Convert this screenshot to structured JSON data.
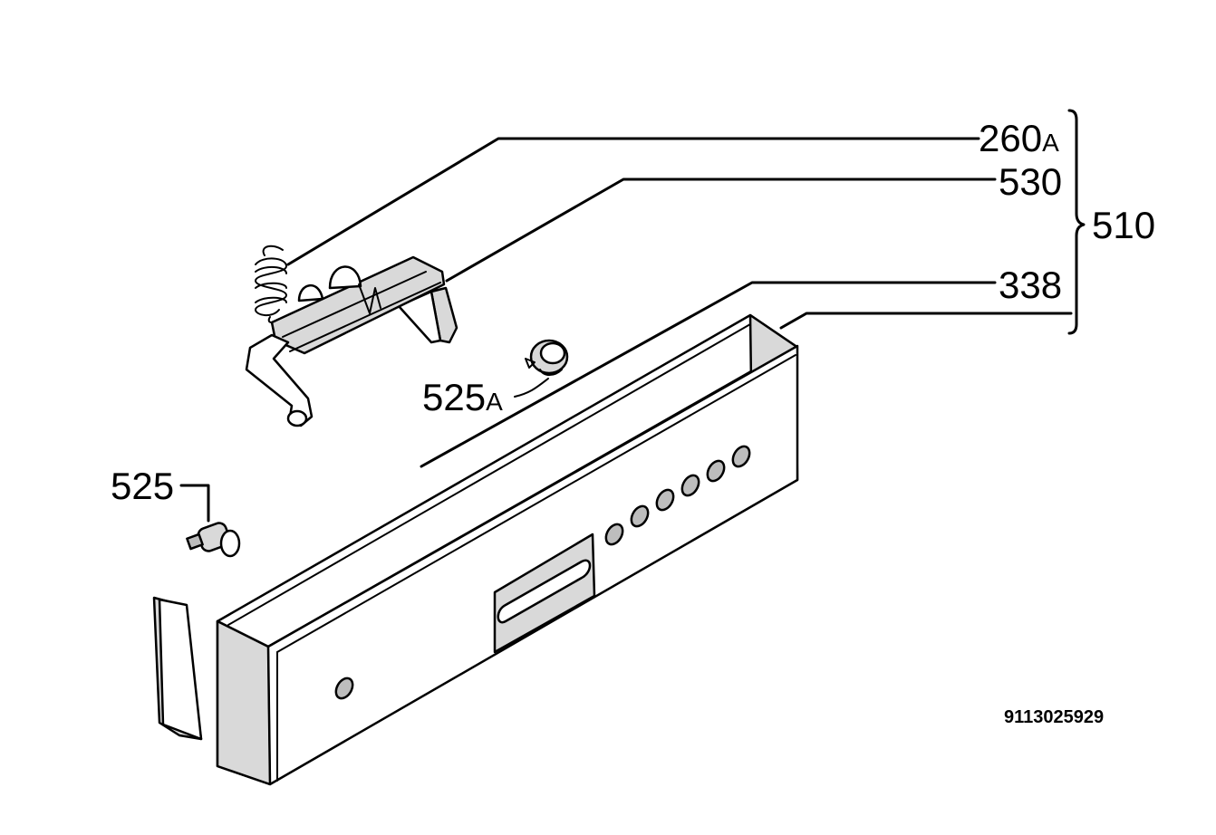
{
  "callouts": {
    "p260": {
      "num": "260",
      "suffix": "A"
    },
    "p530": {
      "num": "530",
      "suffix": ""
    },
    "p338": {
      "num": "338",
      "suffix": ""
    },
    "p510": {
      "num": "510",
      "suffix": ""
    },
    "p525a": {
      "num": "525",
      "suffix": "A"
    },
    "p525": {
      "num": "525",
      "suffix": ""
    }
  },
  "doc_number": "9113025929"
}
